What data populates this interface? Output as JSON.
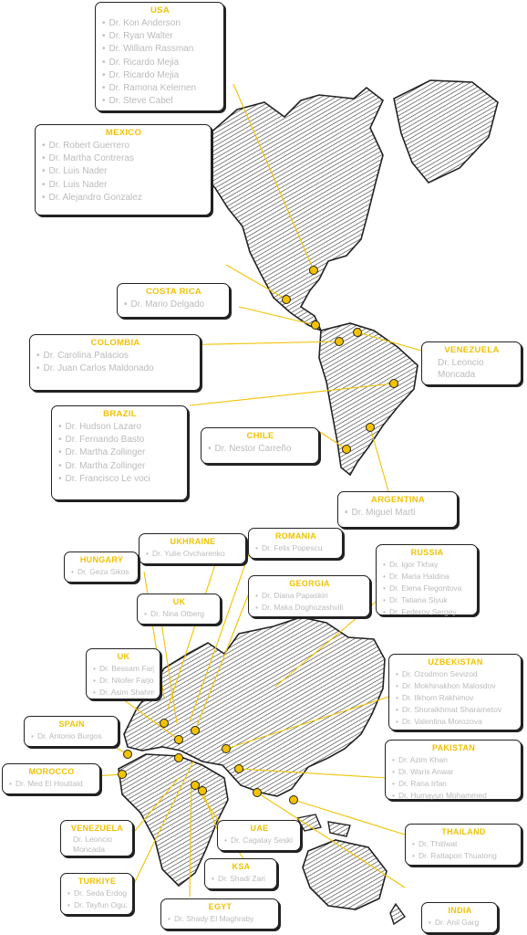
{
  "americas": [
    {
      "key": "usa",
      "country": "USA",
      "doctors": [
        "Dr. Kon Anderson",
        "Dr. Ryan Walter",
        "Dr. William Rassman",
        "Dr. Ricardo Mejia",
        "Dr. Ricardo Mejia",
        "Dr. Ramona Kelemen",
        "Dr. Steve Cabel"
      ]
    },
    {
      "key": "mexico",
      "country": "MEXICO",
      "doctors": [
        "Dr. Robert Guerrero",
        "Dr. Martha Contreras",
        "Dr. Luis Nader",
        "Dr. Luis Nader",
        "Dr. Alejandro Gonzalez"
      ]
    },
    {
      "key": "costarica",
      "country": "COSTA RICA",
      "doctors": [
        "Dr. Mario Delgado"
      ]
    },
    {
      "key": "colombia",
      "country": "COLOMBIA",
      "doctors": [
        "Dr. Carolina Palacios",
        "Dr. Juan Carlos Maldonado"
      ]
    },
    {
      "key": "venezuela1",
      "country": "VENEZUELA",
      "doctors": [
        "Dr. Leoncio Moncada"
      ]
    },
    {
      "key": "brazil",
      "country": "BRAZIL",
      "doctors": [
        "Dr. Hudson Lazaro",
        "Dr. Fernando Basto",
        "Dr. Martha Zollinger",
        "Dr. Martha Zollinger",
        "Dr. Francisco Le voci"
      ]
    },
    {
      "key": "chile",
      "country": "CHILE",
      "doctors": [
        "Dr. Nestor Carreño"
      ]
    },
    {
      "key": "argentina",
      "country": "ARGENTINA",
      "doctors": [
        "Dr. Miguel Marti"
      ]
    }
  ],
  "eurasia": [
    {
      "key": "ukraine",
      "country": "UKHRAINE",
      "doctors": [
        "Dr. Yulie Ovcharenko"
      ]
    },
    {
      "key": "romania",
      "country": "ROMANIA",
      "doctors": [
        "Dr. Felix Popescu"
      ]
    },
    {
      "key": "hungary",
      "country": "HUNGARY",
      "doctors": [
        "Dr. Geza Sikos"
      ]
    },
    {
      "key": "russia",
      "country": "RUSSIA",
      "doctors": [
        "Dr. Igor Tkhay",
        "Dr. Maria Haldina",
        "Dr. Elena Flegontova",
        "Dr. Tatiana Siyuk",
        "Dr. Federov Sergey"
      ]
    },
    {
      "key": "georgia",
      "country": "GEORGIA",
      "doctors": [
        "Dr. Diana Papaskiri",
        "Dr. Maka Doghozashvili"
      ]
    },
    {
      "key": "uk1",
      "country": "UK",
      "doctors": [
        "Dr. Nina Otberg"
      ]
    },
    {
      "key": "uk2",
      "country": "UK",
      "doctors": [
        "Dr. Bessam Farjo",
        "Dr. Nilofer Farjo",
        "Dr. Asim Shahmalak"
      ]
    },
    {
      "key": "uzbekistan",
      "country": "UZBEKISTAN",
      "doctors": [
        "Dr. Ozodmon Sevizod",
        "Dr. Mokhinakhon Malosdov",
        "Dr. Ilkhom Rakhimov",
        "Dr. Shoraikhmat Sharametov",
        "Dr. Valentina Morozova"
      ]
    },
    {
      "key": "spain",
      "country": "SPAIN",
      "doctors": [
        "Dr. Antonio Burgos"
      ]
    },
    {
      "key": "morocco",
      "country": "MOROCCO",
      "doctors": [
        "Dr. Med El Houttaid"
      ]
    },
    {
      "key": "pakistan",
      "country": "PAKISTAN",
      "doctors": [
        "Dr. Azim Khan",
        "Dr. Waris Anwar",
        "Dr. Rana Irfan",
        "Dr. Humayun Mohammed"
      ]
    },
    {
      "key": "venezuela2",
      "country": "VENEZUELA",
      "doctors": [
        "Dr. Leoncio Moncada"
      ]
    },
    {
      "key": "uae",
      "country": "UAE",
      "doctors": [
        "Dr. Cagatay Seski"
      ]
    },
    {
      "key": "thailand",
      "country": "THAILAND",
      "doctors": [
        "Dr. Thitiwat",
        "Dr. Rattapon Thuatong"
      ]
    },
    {
      "key": "turkiye",
      "country": "TURKIYE",
      "doctors": [
        "Dr. Seda Erdogan",
        "Dr. Tayfun Oguzoglu"
      ]
    },
    {
      "key": "ksa",
      "country": "KSA",
      "doctors": [
        "Dr. Shadi Zari"
      ]
    },
    {
      "key": "egypt",
      "country": "EGYT",
      "doctors": [
        "Dr. Shady El Maghraby"
      ]
    },
    {
      "key": "india",
      "country": "INDIA",
      "doctors": [
        "Dr. Anil Garg"
      ]
    }
  ],
  "colors": {
    "accent": "#f2c200",
    "outline": "#222222",
    "muted_text": "#bbbbbb"
  }
}
